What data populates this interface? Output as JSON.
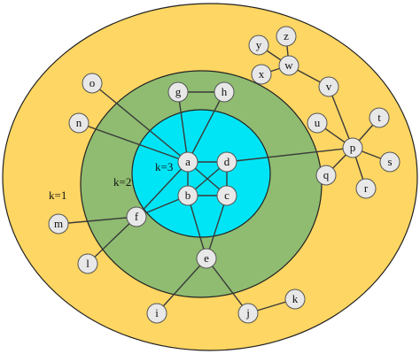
{
  "diagram": {
    "type": "k-core decomposition",
    "rings": [
      {
        "id": "k1",
        "label": "k=1",
        "color": "#fdd663"
      },
      {
        "id": "k2",
        "label": "k=2",
        "color": "#8fbc71"
      },
      {
        "id": "k3",
        "label": "k=3",
        "color": "#00e5f5"
      }
    ],
    "node_fill": "#e8e8e8",
    "node_stroke": "#555555",
    "edge_color": "#3a3a3a",
    "nodes": [
      {
        "id": "a",
        "label": "a"
      },
      {
        "id": "b",
        "label": "b"
      },
      {
        "id": "c",
        "label": "c"
      },
      {
        "id": "d",
        "label": "d"
      },
      {
        "id": "e",
        "label": "e"
      },
      {
        "id": "f",
        "label": "f"
      },
      {
        "id": "g",
        "label": "g"
      },
      {
        "id": "h",
        "label": "h"
      },
      {
        "id": "i",
        "label": "i"
      },
      {
        "id": "j",
        "label": "j"
      },
      {
        "id": "k",
        "label": "k"
      },
      {
        "id": "l",
        "label": "l"
      },
      {
        "id": "m",
        "label": "m"
      },
      {
        "id": "n",
        "label": "n"
      },
      {
        "id": "o",
        "label": "o"
      },
      {
        "id": "p",
        "label": "p"
      },
      {
        "id": "q",
        "label": "q"
      },
      {
        "id": "r",
        "label": "r"
      },
      {
        "id": "s",
        "label": "s"
      },
      {
        "id": "t",
        "label": "t"
      },
      {
        "id": "u",
        "label": "u"
      },
      {
        "id": "v",
        "label": "v"
      },
      {
        "id": "w",
        "label": "w"
      },
      {
        "id": "x",
        "label": "x"
      },
      {
        "id": "y",
        "label": "y"
      },
      {
        "id": "z",
        "label": "z"
      }
    ],
    "edges": [
      [
        "a",
        "b"
      ],
      [
        "a",
        "c"
      ],
      [
        "a",
        "d"
      ],
      [
        "b",
        "c"
      ],
      [
        "b",
        "d"
      ],
      [
        "c",
        "d"
      ],
      [
        "a",
        "g"
      ],
      [
        "a",
        "h"
      ],
      [
        "g",
        "h"
      ],
      [
        "a",
        "f"
      ],
      [
        "b",
        "f"
      ],
      [
        "b",
        "e"
      ],
      [
        "c",
        "e"
      ],
      [
        "a",
        "n"
      ],
      [
        "a",
        "o"
      ],
      [
        "f",
        "m"
      ],
      [
        "f",
        "l"
      ],
      [
        "e",
        "i"
      ],
      [
        "e",
        "j"
      ],
      [
        "j",
        "k"
      ],
      [
        "d",
        "p"
      ],
      [
        "p",
        "q"
      ],
      [
        "p",
        "r"
      ],
      [
        "p",
        "s"
      ],
      [
        "p",
        "t"
      ],
      [
        "p",
        "u"
      ],
      [
        "p",
        "v"
      ],
      [
        "v",
        "w"
      ],
      [
        "w",
        "x"
      ],
      [
        "w",
        "y"
      ],
      [
        "w",
        "z"
      ]
    ]
  }
}
